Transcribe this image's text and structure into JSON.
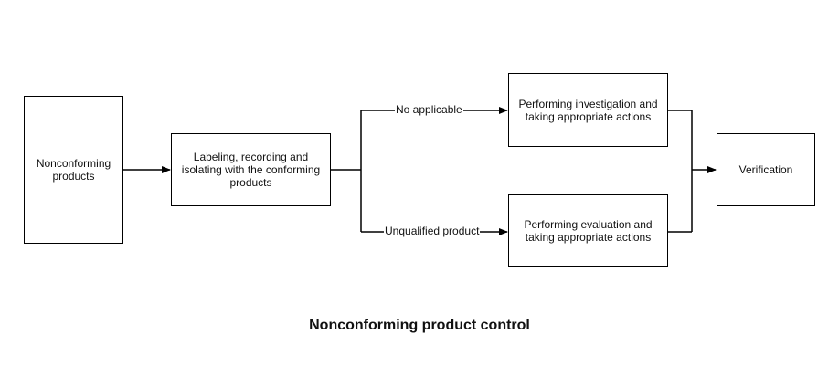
{
  "diagram": {
    "title": "Nonconforming product control",
    "nodes": {
      "nonconforming": "Nonconforming products",
      "labeling": "Labeling, recording and isolating with the conforming products",
      "investigation": "Performing investigation and taking appropriate actions",
      "evaluation": "Performing evaluation and taking appropriate actions",
      "verification": "Verification"
    },
    "edges": {
      "no_applicable": "No applicable",
      "unqualified": "Unqualified product"
    },
    "colors": {
      "line": "#000000",
      "background": "#ffffff"
    }
  }
}
